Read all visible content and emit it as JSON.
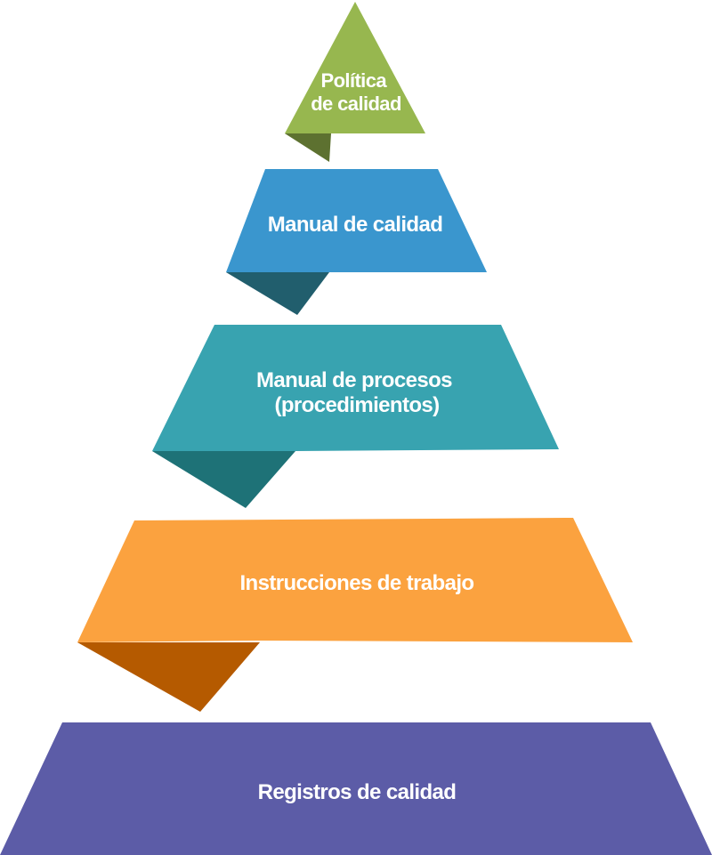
{
  "pyramid": {
    "levels": [
      {
        "id": "politica",
        "lines": [
          "Política",
          "de calidad"
        ],
        "face_color": "#97b74f",
        "shadow_color": "#5d7130"
      },
      {
        "id": "manual-calidad",
        "lines": [
          "Manual de calidad"
        ],
        "face_color": "#3a96ce",
        "shadow_color": "#215e6d"
      },
      {
        "id": "manual-procesos",
        "lines": [
          "Manual de procesos",
          "(procedimientos)"
        ],
        "face_color": "#38a3b0",
        "shadow_color": "#1e7277"
      },
      {
        "id": "instrucciones",
        "lines": [
          "Instrucciones de trabajo"
        ],
        "face_color": "#fba23f",
        "shadow_color": "#b55a00"
      },
      {
        "id": "registros",
        "lines": [
          "Registros de calidad"
        ],
        "face_color": "#5c5ca7",
        "shadow_color": "#3d3d7a"
      }
    ]
  }
}
